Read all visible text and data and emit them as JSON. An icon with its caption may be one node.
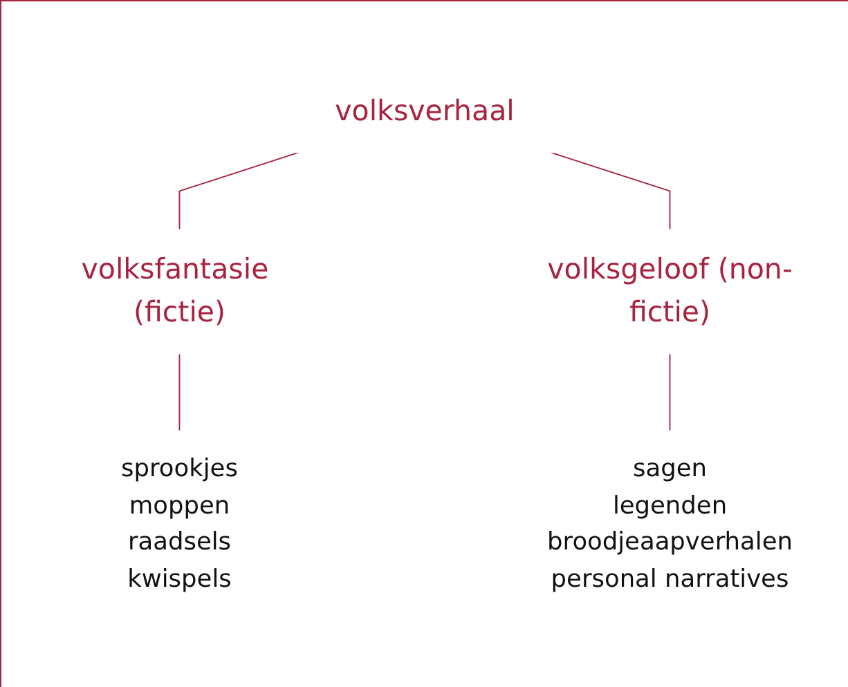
{
  "diagram": {
    "nodes": [
      {
        "text": [
          "volksverhaal"
        ]
      },
      {
        "text": [
          "volksfantasie (fictie)"
        ]
      },
      {
        "text": [
          "volksgeloof (non-fictie)"
        ]
      },
      {
        "text": [
          "sprookjes",
          "moppen",
          "raadsels",
          "kwispels"
        ]
      },
      {
        "text": [
          "sagen",
          "legenden",
          "broodjeaapverhalen",
          "personal narratives"
        ]
      }
    ],
    "edges": [
      {
        "from": 0,
        "to": 1,
        "arrow": "none"
      },
      {
        "from": 0,
        "to": 2,
        "arrow": "none"
      },
      {
        "from": 1,
        "to": 3,
        "arrow": "none"
      },
      {
        "from": 2,
        "to": 4,
        "arrow": "none"
      }
    ]
  }
}
